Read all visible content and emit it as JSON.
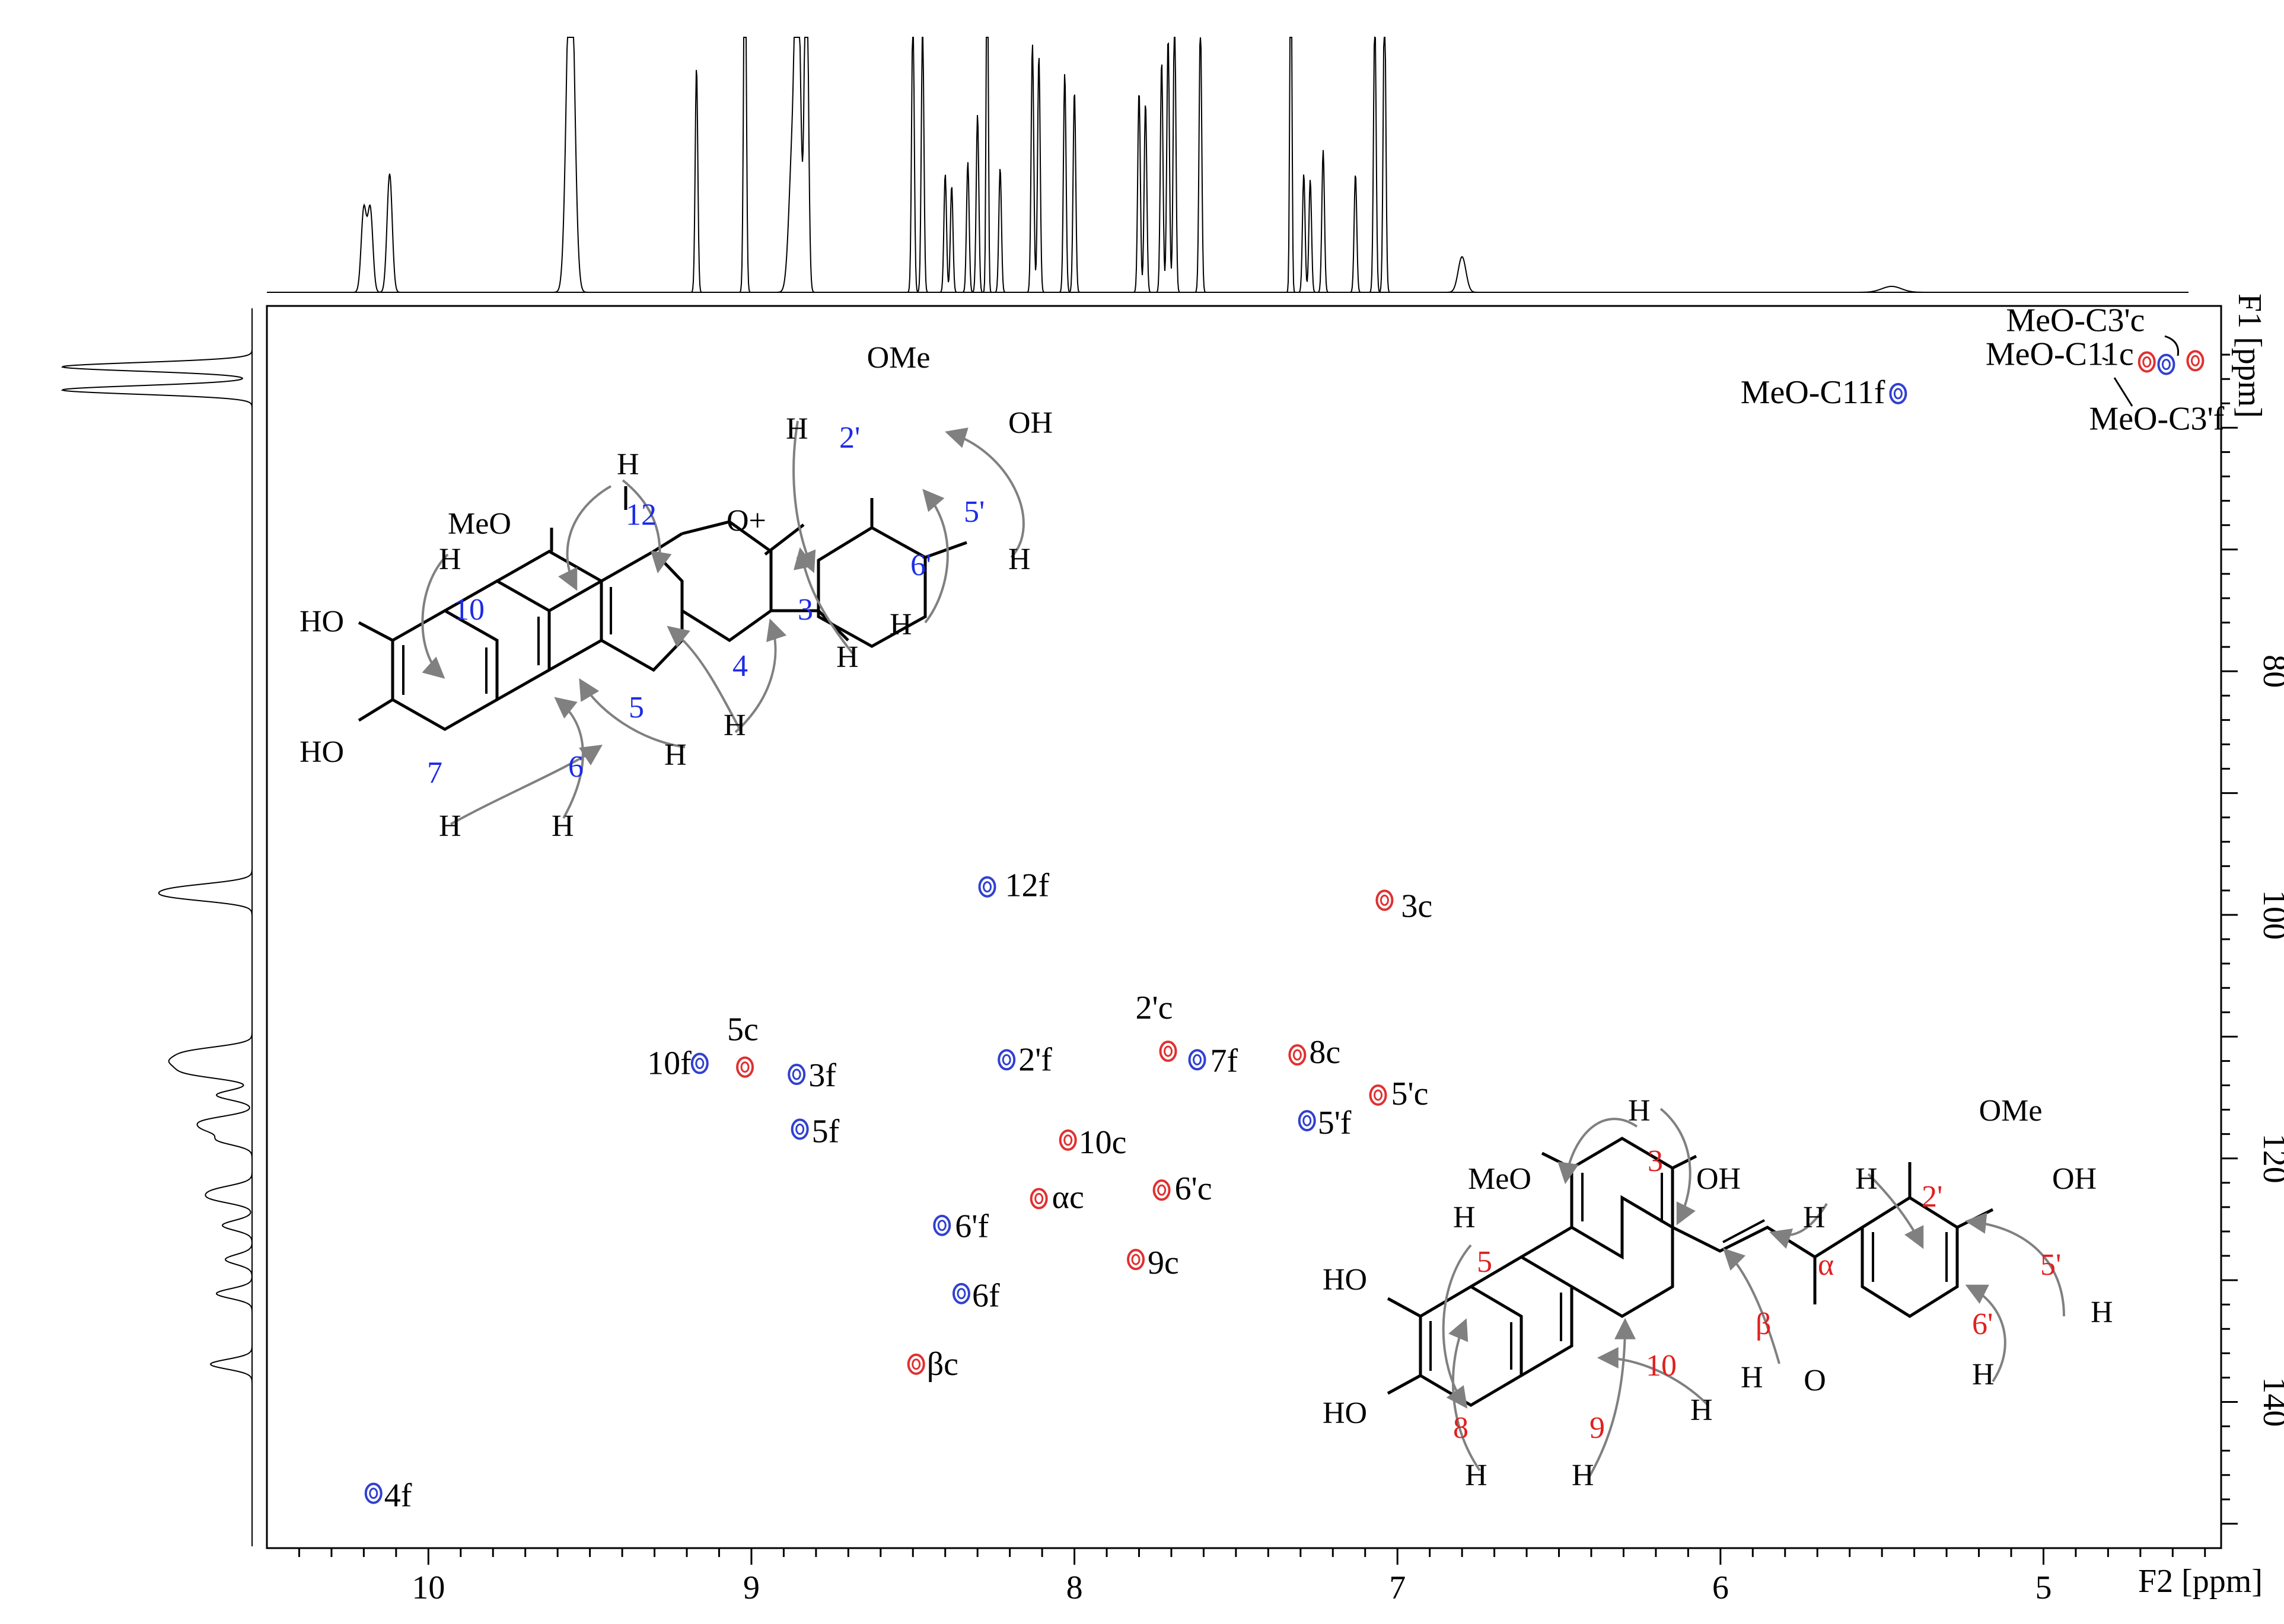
{
  "chart_data": {
    "type": "scatter",
    "xlabel": "F2 [ppm]",
    "ylabel": "F1 [ppm]",
    "xlim": [
      10.5,
      4.45
    ],
    "ylim": [
      152,
      50
    ],
    "x_ticks": [
      10,
      9,
      8,
      7,
      6,
      5
    ],
    "y_ticks": [
      80,
      100,
      120,
      140
    ],
    "series": [
      {
        "name": "c",
        "color": "#e03030",
        "points": [
          {
            "label": "3c",
            "x": 7.04,
            "y": 98.8
          },
          {
            "label": "5c",
            "x": 9.02,
            "y": 112.5
          },
          {
            "label": "2'c",
            "x": 7.71,
            "y": 111.2
          },
          {
            "label": "8c",
            "x": 7.31,
            "y": 111.5
          },
          {
            "label": "5'c",
            "x": 7.06,
            "y": 114.8
          },
          {
            "label": "10c",
            "x": 8.02,
            "y": 118.5
          },
          {
            "label": "6'c",
            "x": 7.73,
            "y": 122.6
          },
          {
            "label": "αc",
            "x": 8.11,
            "y": 123.3
          },
          {
            "label": "9c",
            "x": 7.81,
            "y": 128.3
          },
          {
            "label": "βc",
            "x": 8.49,
            "y": 136.9
          },
          {
            "label": "MeO-C3'c",
            "x": 4.53,
            "y": 54.5
          },
          {
            "label": "MeO-C11c",
            "x": 4.68,
            "y": 54.6
          }
        ]
      },
      {
        "name": "f",
        "color": "#3040d0",
        "points": [
          {
            "label": "12f",
            "x": 8.27,
            "y": 97.7
          },
          {
            "label": "10f",
            "x": 9.16,
            "y": 112.2
          },
          {
            "label": "3f",
            "x": 8.86,
            "y": 113.1
          },
          {
            "label": "2'f",
            "x": 8.21,
            "y": 111.9
          },
          {
            "label": "7f",
            "x": 7.62,
            "y": 111.9
          },
          {
            "label": "5f",
            "x": 8.85,
            "y": 117.6
          },
          {
            "label": "5'f",
            "x": 7.28,
            "y": 116.9
          },
          {
            "label": "6'f",
            "x": 8.41,
            "y": 125.5
          },
          {
            "label": "6f",
            "x": 8.35,
            "y": 131.1
          },
          {
            "label": "4f",
            "x": 10.17,
            "y": 147.5
          },
          {
            "label": "MeO-C11f",
            "x": 5.45,
            "y": 57.2
          },
          {
            "label": "MeO-C3'f",
            "x": 4.62,
            "y": 54.8
          }
        ]
      }
    ]
  },
  "structure_flavylium": {
    "substituents": [
      "OMe",
      "OH",
      "MeO",
      "HO",
      "HO",
      "O+"
    ],
    "atom_numbers": [
      "12",
      "10",
      "7",
      "6",
      "5",
      "4",
      "3",
      "2'",
      "5'",
      "6'"
    ]
  },
  "structure_chalcone": {
    "substituents": [
      "OMe",
      "OH",
      "MeO",
      "OH",
      "HO",
      "HO",
      "O"
    ],
    "atom_numbers": [
      "3",
      "5",
      "8",
      "9",
      "10",
      "α",
      "β",
      "2'",
      "5'",
      "6'"
    ]
  }
}
